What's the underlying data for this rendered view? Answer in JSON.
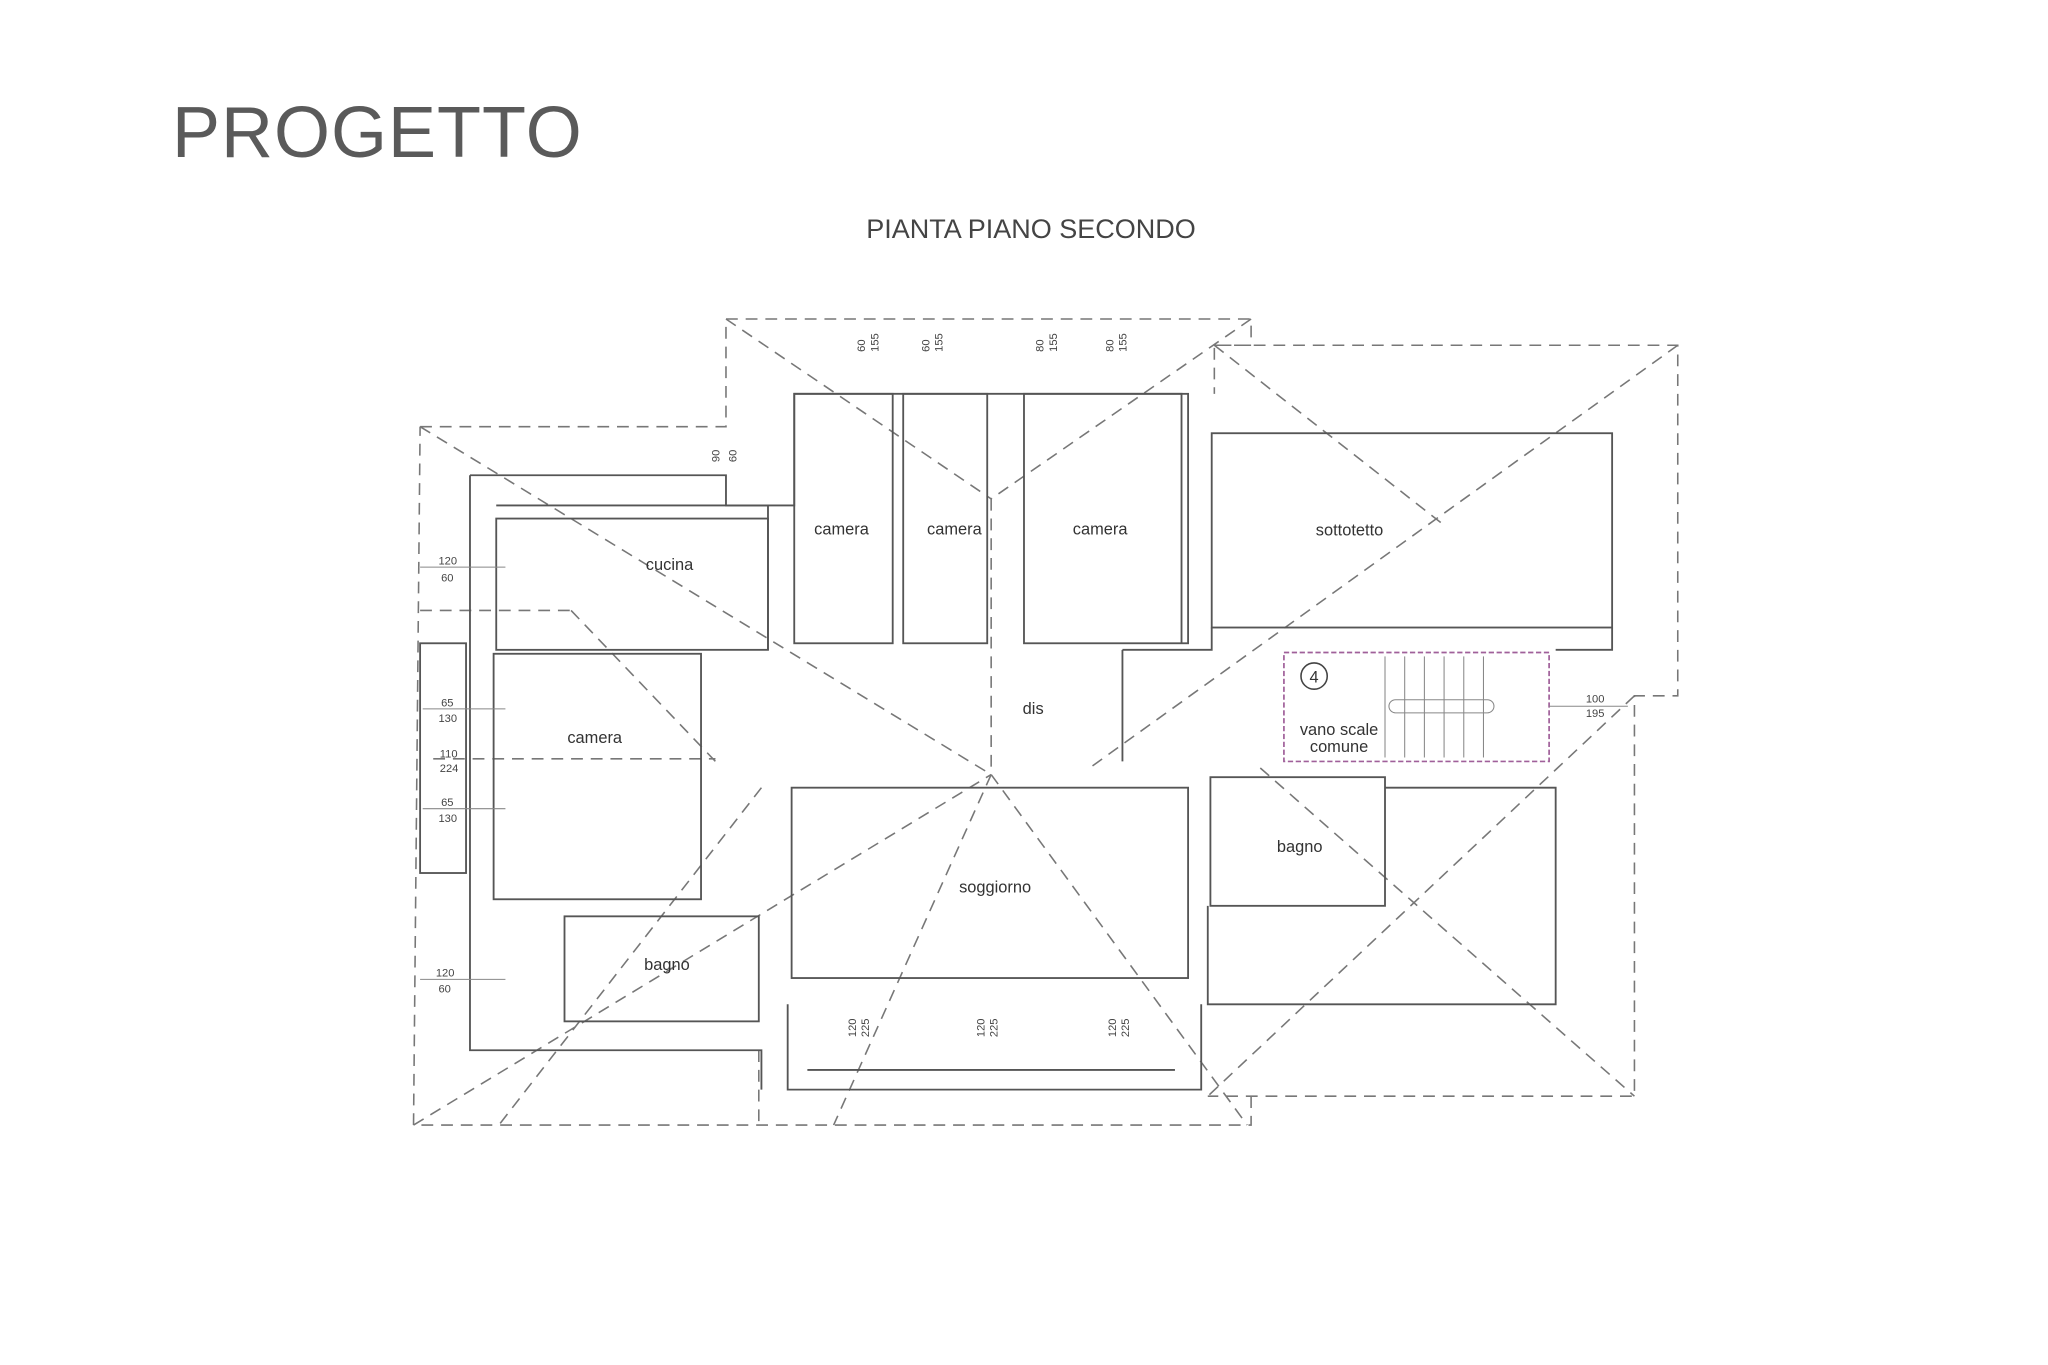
{
  "title": "PROGETTO",
  "subtitle": "PIANTA PIANO SECONDO",
  "rooms": {
    "cucina": "cucina",
    "camera_1": "camera",
    "camera_2": "camera",
    "camera_3": "camera",
    "sottotetto": "sottotetto",
    "camera_left": "camera",
    "dis": "dis",
    "soggiorno": "soggiorno",
    "bagno_right": "bagno",
    "bagno_left": "bagno",
    "vano_scale_1": "vano scale",
    "vano_scale_2": "comune",
    "stair_number": "4"
  },
  "dimensions": {
    "top": [
      {
        "a": "60",
        "b": "155"
      },
      {
        "a": "60",
        "b": "155"
      },
      {
        "a": "80",
        "b": "155"
      },
      {
        "a": "80",
        "b": "155"
      }
    ],
    "cucina_top": {
      "a": "90",
      "b": "60"
    },
    "left": [
      {
        "a": "120",
        "b": "60"
      },
      {
        "a": "65",
        "b": "130"
      },
      {
        "a": "110",
        "b": "224"
      },
      {
        "a": "65",
        "b": "130"
      },
      {
        "a": "120",
        "b": "60"
      }
    ],
    "stairs_right": {
      "a": "100",
      "b": "195"
    },
    "bottom": [
      {
        "a": "120",
        "b": "225"
      },
      {
        "a": "120",
        "b": "225"
      },
      {
        "a": "120",
        "b": "225"
      }
    ]
  },
  "colors": {
    "stair_outline": "#a0609a",
    "ink": "#555555"
  }
}
